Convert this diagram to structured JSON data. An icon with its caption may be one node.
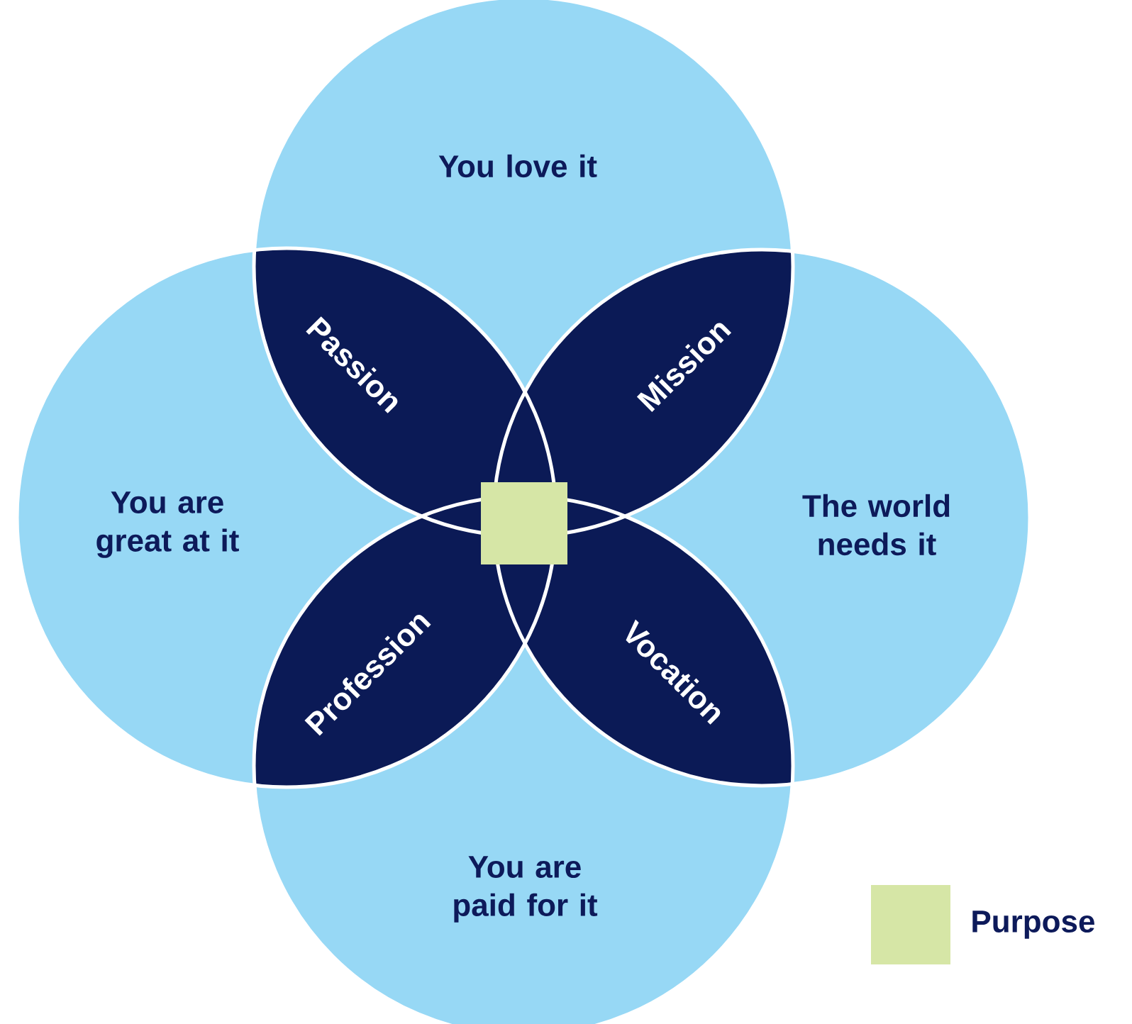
{
  "diagram": {
    "nodes": [
      {
        "text": [
          "You love it"
        ]
      },
      {
        "text": [
          "You are great at it"
        ]
      },
      {
        "text": [
          "The world needs it"
        ]
      },
      {
        "text": [
          "You are paid for it"
        ]
      },
      {
        "text": [
          "Passion"
        ]
      },
      {
        "text": [
          "Mission"
        ]
      },
      {
        "text": [
          "Profession"
        ]
      },
      {
        "text": [
          "Vocation"
        ]
      }
    ],
    "legend": [
      {
        "text": "Purpose",
        "color": "#d6e6a6"
      }
    ]
  }
}
